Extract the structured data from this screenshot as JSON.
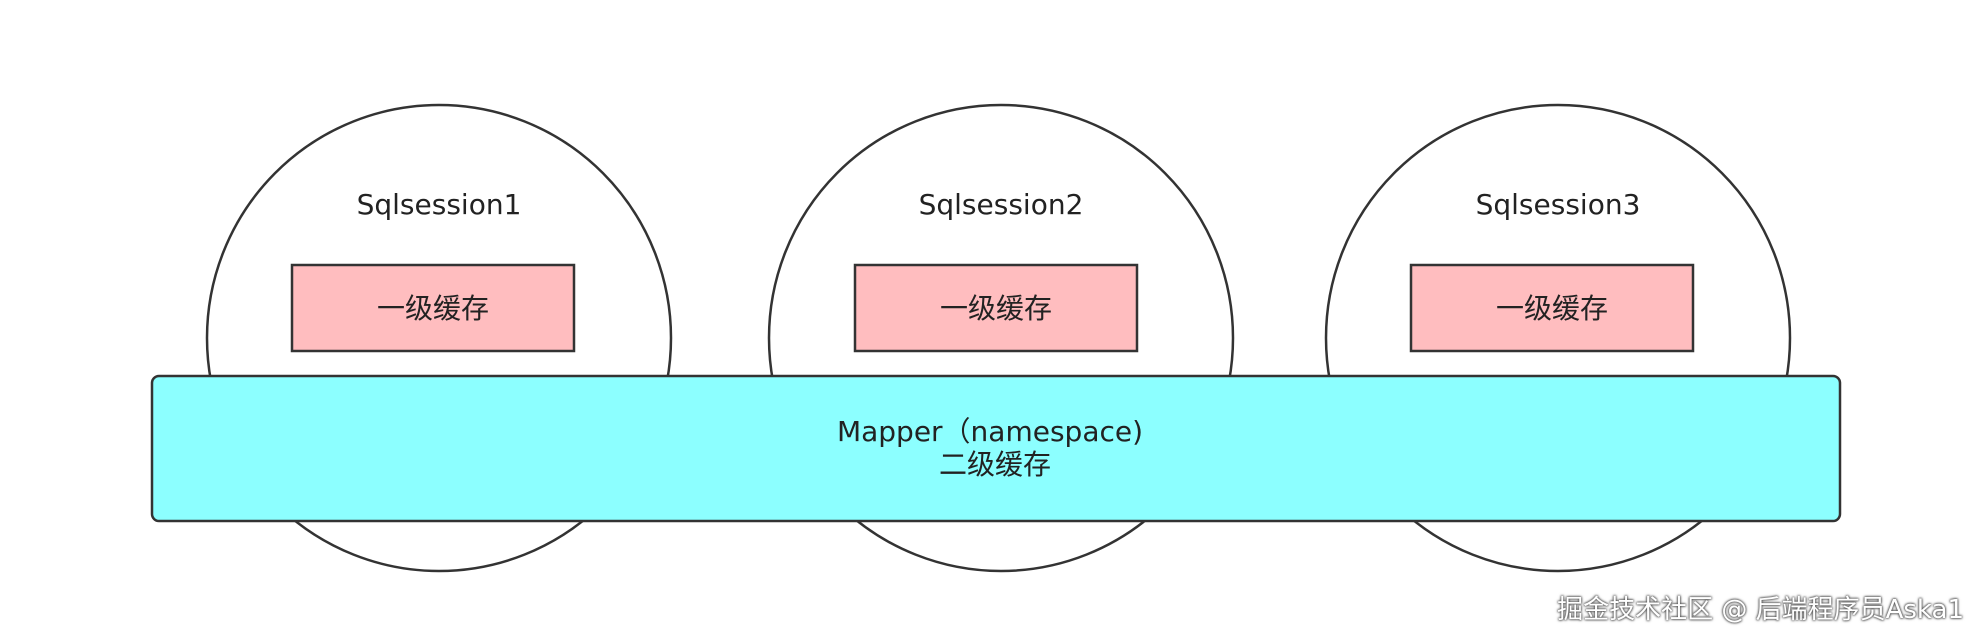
{
  "sessions": [
    {
      "label": "Sqlsession1",
      "cache_label": "一级缓存"
    },
    {
      "label": "Sqlsession2",
      "cache_label": "一级缓存"
    },
    {
      "label": "Sqlsession3",
      "cache_label": "一级缓存"
    }
  ],
  "mapper": {
    "line1": "Mapper（namespace)",
    "line2": "二级缓存"
  },
  "watermark": "掘金技术社区 @ 后端程序员Aska1",
  "colors": {
    "circle_fill": "#ffffff",
    "circle_stroke": "#333333",
    "cache_fill": "#ffbdbf",
    "cache_stroke": "#333333",
    "mapper_fill": "#8cffff",
    "mapper_stroke": "#333333"
  }
}
